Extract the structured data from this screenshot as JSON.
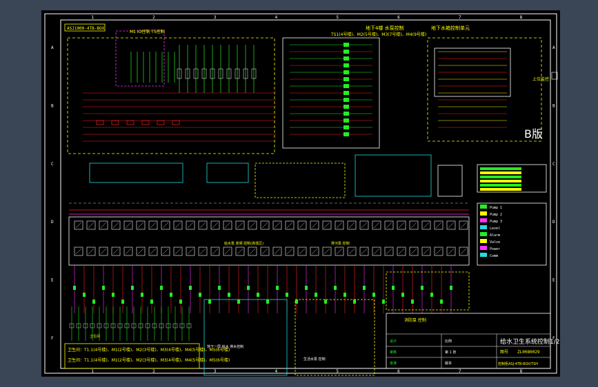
{
  "drawing": {
    "top_left_code": "ASJ1000-4TB-BOX",
    "revision_mark": "B版",
    "zone_numbers_top": [
      "1",
      "2",
      "3",
      "4",
      "5",
      "6",
      "7",
      "8"
    ],
    "zone_letters_side": [
      "A",
      "B",
      "C",
      "D",
      "E",
      "F"
    ]
  },
  "panels": {
    "upper_center_title": "地下4楼 水泵控制",
    "upper_center_subtitle": "TS1(4号楼)、M2(5号楼)、M3(7号楼)、M4(9号楼)",
    "upper_right_title": "地下水箱控制单元",
    "upper_left_title": "M1 IO控制 T5控制",
    "right_mid_label": "上位监控",
    "lower_left_group_label": "卫生间",
    "lower_center_label_1": "给水泵 变频 控制(高低区)",
    "lower_center_label_2": "排污泵 控制",
    "lower_right_label": "消防泵 控制",
    "bottom_center_label_1": "地下一层 给水 排水控制",
    "bottom_center_label_2": "生活水泵 控制"
  },
  "notes": {
    "line1": "卫生间：T1.1(4号楼)、M1(2号楼)、M2(3号楼)、M3(4号楼)、M4(5号楼)、M5(6号楼)",
    "line2": "卫生间：T1.1(4号楼)、M1(2号楼)、M2(3号楼)、M3(4号楼)、M4(5号楼)、M5(6号楼)"
  },
  "title_block": {
    "title": "给水卫生系统控制1/2",
    "drawing_no_label": "图号",
    "drawing_no": "ZL0080029",
    "spec": "控制柜ASJ-4TB-BOX/TSH",
    "rows": [
      {
        "label": "设计",
        "value": ""
      },
      {
        "label": "审核",
        "value": ""
      },
      {
        "label": "批准",
        "value": ""
      }
    ],
    "scale_label": "比例",
    "sheet_label": "第 1 张",
    "rev_label": "版本"
  },
  "legend_right": {
    "entries": [
      {
        "label": "Pump 1"
      },
      {
        "label": "Pump 2"
      },
      {
        "label": "Pump 3"
      },
      {
        "label": "Level"
      },
      {
        "label": "Alarm"
      },
      {
        "label": "Valve"
      },
      {
        "label": "Power"
      },
      {
        "label": "Comm"
      }
    ]
  },
  "colors": {
    "background": "#000000",
    "frame": "#ffffff",
    "wire_red": "#ff2020",
    "wire_green": "#22ee22",
    "yellow": "#ffff00",
    "magenta": "#ff33ff",
    "cyan": "#22dddd"
  }
}
